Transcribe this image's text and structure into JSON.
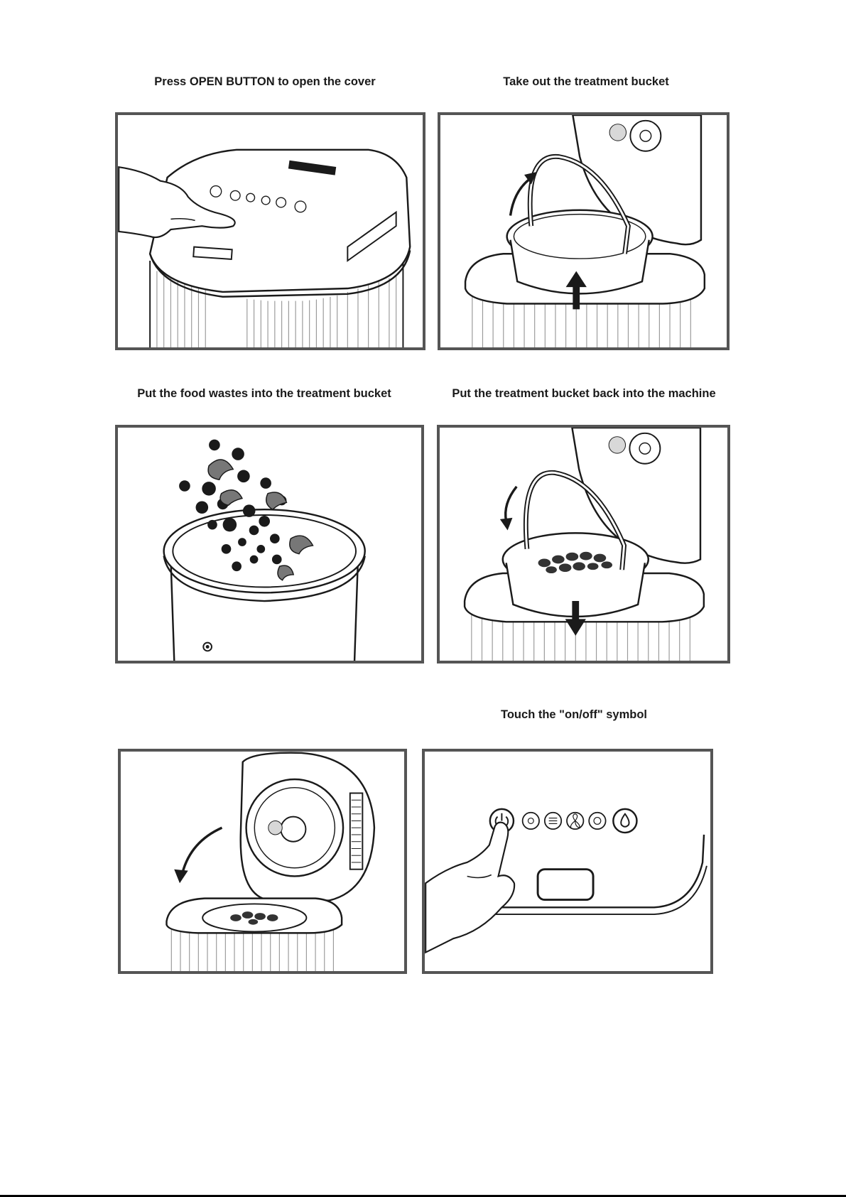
{
  "steps": [
    {
      "caption": "Press OPEN BUTTON to open the cover"
    },
    {
      "caption": "Take out the treatment bucket"
    },
    {
      "caption": "Put the food wastes into the treatment bucket"
    },
    {
      "caption": "Put the treatment bucket back into the machine"
    },
    {
      "caption": ""
    },
    {
      "caption": "Touch the \"on/off\" symbol"
    }
  ],
  "icons": {
    "arrow_up": "arrow-up-icon",
    "arrow_down": "arrow-down-icon",
    "curved_arrow": "curved-arrow-icon",
    "power": "power-icon",
    "water_drop": "water-drop-icon"
  },
  "colors": {
    "ink": "#1a1a1a",
    "frame": "#555555",
    "ribs": "#9a9a9a"
  }
}
